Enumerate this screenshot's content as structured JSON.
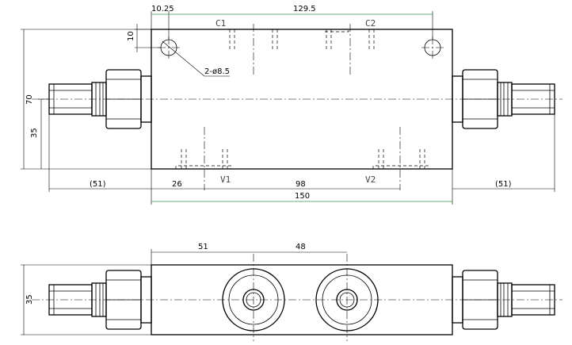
{
  "colors": {
    "line": "#000000",
    "dimension_accent": "#2e9e3e",
    "label": "#444444"
  },
  "top_view": {
    "dim_left_offset": "10.25",
    "dim_port_spacing": "129.5",
    "dim_hole_from_top": "10",
    "hole_callout": "2-ø8.5",
    "dim_height": "70",
    "dim_half_height": "35",
    "dim_fitting_left": "(51)",
    "dim_fitting_right": "(51)",
    "dim_v1_offset": "26",
    "dim_v_spacing": "98",
    "dim_body_length": "150",
    "port_c1": "C1",
    "port_c2": "C2",
    "port_v1": "V1",
    "port_v2": "V2"
  },
  "front_view": {
    "dim_port1_offset": "51",
    "dim_port_spacing": "48",
    "dim_height": "35"
  }
}
